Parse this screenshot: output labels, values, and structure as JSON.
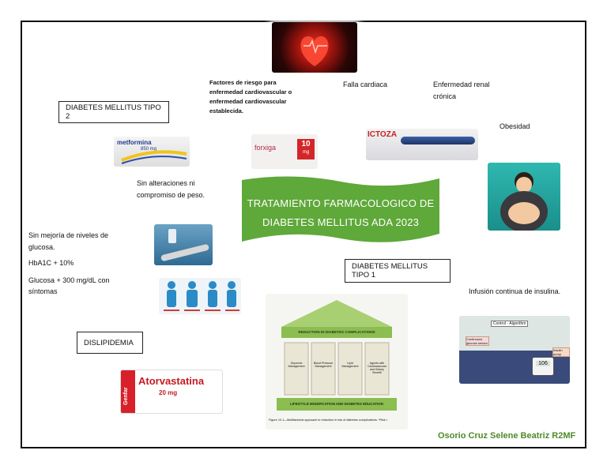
{
  "labels": {
    "risk_factors": "Factores de riesgo para enfermedad cardiovascular o enfermedad cardiovascular establecida.",
    "heart_failure": "Falla cardiaca",
    "ckd_1": "Enfermedad renal",
    "ckd_2": "crónica",
    "obesity": "Obesidad",
    "dm2": "DIABETES MELLITUS TIPO 2",
    "no_changes_1": "Sin alteraciones ni",
    "no_changes_2": "compromiso de peso.",
    "no_glucose_1": "Sin mejoría de niveles de",
    "no_glucose_2": "glucosa.",
    "hba1c": "HbA1C + 10%",
    "glucose_1": "Glucosa + 300 mg/dL con",
    "glucose_2": "síntomas",
    "dm1": "DIABETES MELLITUS TIPO 1",
    "insulin_infusion": "Infusión continua de insulina.",
    "dyslipidemia": "DISLIPIDEMIA",
    "author": "Osorio Cruz Selene Beatriz R2MF"
  },
  "banner": {
    "line1": "TRATAMIENTO FARMACOLOGICO DE",
    "line2": "DIABETES MELLITUS ADA 2023",
    "color": "#5fa83a"
  },
  "images": {
    "metformin_box": "metformina",
    "metformin_dose": "850 mg",
    "forxiga_brand": "forxiga",
    "forxiga_dose": "10",
    "forxiga_unit": "mg",
    "victoza_brand": "ICTOZA",
    "atorvastatina": "Atorvastatina",
    "atorva_dose": "20 mg",
    "atorva_side": "Genfar",
    "pyramid_title": "REDUCTION IN DIABETES COMPLICATIONS",
    "pyramid_base": "LIFESTYLE MODIFICATION AND DIABETES EDUCATION",
    "pillars": [
      "Glycemic Management",
      "Blood Pressure Management",
      "Lipid Management",
      "Agents with Cardiovascular and Kidney Benefit"
    ],
    "pyramid_caption": "Figure 10.1—Multifactorial approach to reduction in risk of diabetes complications. *Risk r",
    "control_algorithm": "Control - Algorithm",
    "cgm_label": "Continuous glucose sensor",
    "pump_label": "Insulin pump",
    "pump_value": "106"
  }
}
